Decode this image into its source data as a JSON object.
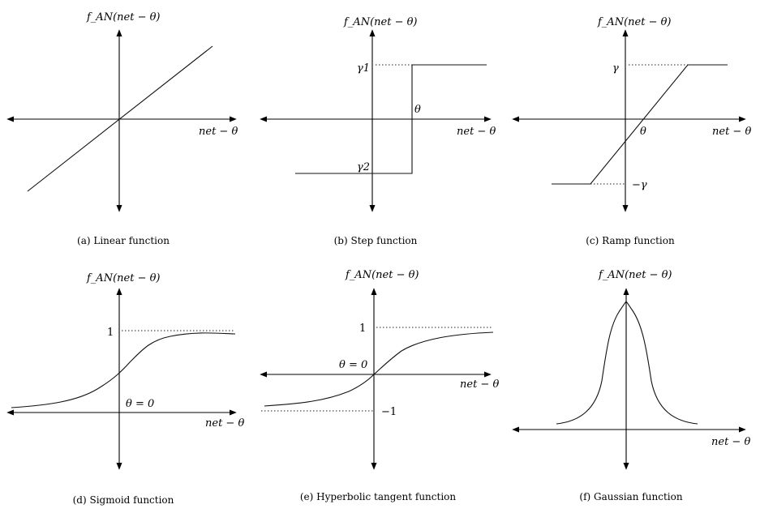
{
  "panels": [
    {
      "id": "a",
      "caption": "(a) Linear function",
      "y_label": "f_AN(net − θ)",
      "x_label": "net − θ"
    },
    {
      "id": "b",
      "caption": "(b) Step function",
      "y_label": "f_AN(net − θ)",
      "x_label": "net − θ",
      "upper_level": "γ1",
      "lower_level": "γ2",
      "threshold": "θ"
    },
    {
      "id": "c",
      "caption": "(c) Ramp function",
      "y_label": "f_AN(net − θ)",
      "x_label": "net − θ",
      "upper_level": "γ",
      "lower_level": "−γ",
      "threshold": "θ"
    },
    {
      "id": "d",
      "caption": "(d) Sigmoid function",
      "y_label": "f_AN(net − θ)",
      "x_label": "net − θ",
      "upper_level": "1",
      "threshold": "θ = 0"
    },
    {
      "id": "e",
      "caption": "(e) Hyperbolic tangent function",
      "y_label": "f_AN(net − θ)",
      "x_label": "net − θ",
      "upper_level": "1",
      "lower_level": "−1",
      "threshold": "θ = 0"
    },
    {
      "id": "f",
      "caption": "(f) Gaussian function",
      "y_label": "f_AN(net − θ)",
      "x_label": "net − θ"
    }
  ]
}
